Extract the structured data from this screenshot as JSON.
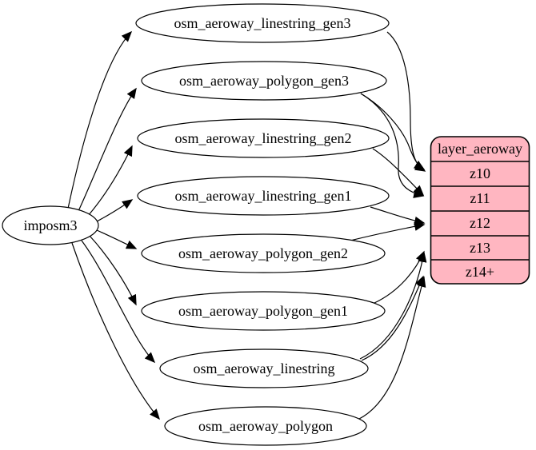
{
  "source_node": {
    "label": "imposm3"
  },
  "table_nodes": [
    "osm_aeroway_linestring_gen3",
    "osm_aeroway_polygon_gen3",
    "osm_aeroway_linestring_gen2",
    "osm_aeroway_linestring_gen1",
    "osm_aeroway_polygon_gen2",
    "osm_aeroway_polygon_gen1",
    "osm_aeroway_linestring",
    "osm_aeroway_polygon"
  ],
  "layer_node": {
    "title": "layer_aeroway",
    "rows": [
      "z10",
      "z11",
      "z12",
      "z13",
      "z14+"
    ],
    "fill": "#ffb6c1",
    "stroke": "#000000"
  },
  "edges": {
    "source_to_tables": [
      {
        "from": "imposm3",
        "to": "osm_aeroway_linestring_gen3"
      },
      {
        "from": "imposm3",
        "to": "osm_aeroway_polygon_gen3"
      },
      {
        "from": "imposm3",
        "to": "osm_aeroway_linestring_gen2"
      },
      {
        "from": "imposm3",
        "to": "osm_aeroway_linestring_gen1"
      },
      {
        "from": "imposm3",
        "to": "osm_aeroway_polygon_gen2"
      },
      {
        "from": "imposm3",
        "to": "osm_aeroway_polygon_gen1"
      },
      {
        "from": "imposm3",
        "to": "osm_aeroway_linestring"
      },
      {
        "from": "imposm3",
        "to": "osm_aeroway_polygon"
      }
    ],
    "tables_to_rows": [
      {
        "from": "osm_aeroway_linestring_gen3",
        "to": "z10"
      },
      {
        "from": "osm_aeroway_polygon_gen3",
        "to": "z10"
      },
      {
        "from": "osm_aeroway_polygon_gen3",
        "to": "z11"
      },
      {
        "from": "osm_aeroway_linestring_gen2",
        "to": "z11"
      },
      {
        "from": "osm_aeroway_linestring_gen1",
        "to": "z12"
      },
      {
        "from": "osm_aeroway_polygon_gen2",
        "to": "z12"
      },
      {
        "from": "osm_aeroway_polygon_gen1",
        "to": "z13"
      },
      {
        "from": "osm_aeroway_linestring",
        "to": "z13"
      },
      {
        "from": "osm_aeroway_linestring",
        "to": "z14+"
      },
      {
        "from": "osm_aeroway_polygon",
        "to": "z14+"
      }
    ]
  },
  "colors": {
    "background": "#ffffff",
    "node_fill": "#ffffff",
    "line": "#000000"
  }
}
